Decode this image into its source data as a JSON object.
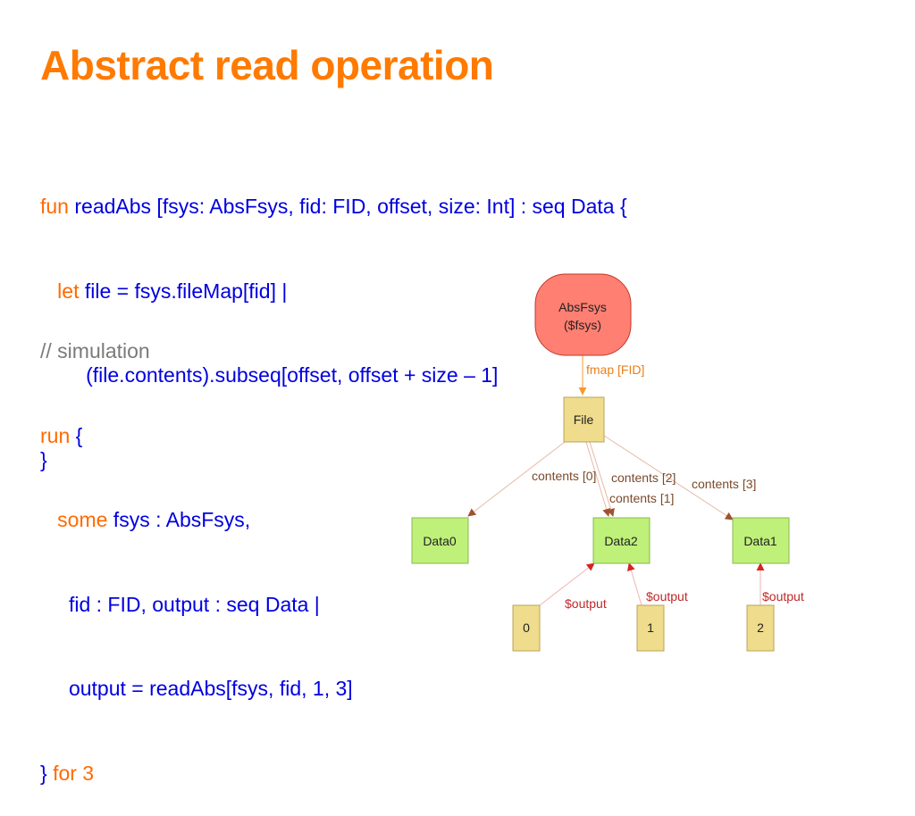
{
  "slide": {
    "title": "Abstract read operation"
  },
  "code1": {
    "line1_kw": "fun",
    "line1_text": " readAbs [fsys: AbsFsys, fid: FID, offset, size: Int] : seq Data {",
    "line2_indent": "   ",
    "line2_kw": "let",
    "line2_text": " file = fsys.fileMap[fid] |",
    "line3_text": "        (file.contents).subseq[offset, offset + size – 1]",
    "line4_text": "}"
  },
  "code2": {
    "comment": "// simulation",
    "run_kw": "run",
    "run_text": " {",
    "some_indent": "   ",
    "some_kw": "some",
    "some_text": " fsys : AbsFsys,",
    "fid_text": "     fid : FID, output : seq Data |",
    "output_text": "     output = readAbs[fsys, fid, 1, 3]",
    "close_text": "} ",
    "for_kw": "for 3"
  },
  "diagram": {
    "nodes": {
      "absfsys_line1": "AbsFsys",
      "absfsys_line2": "($fsys)",
      "file": "File",
      "data0": "Data0",
      "data2": "Data2",
      "data1": "Data1",
      "idx0": "0",
      "idx1": "1",
      "idx2": "2"
    },
    "edges": {
      "fmap": "fmap [FID]",
      "contents0": "contents [0]",
      "contents2": "contents [2]",
      "contents1": "contents [1]",
      "contents3": "contents [3]",
      "output_a": "$output",
      "output_b": "$output",
      "output_c": "$output"
    },
    "colors": {
      "absfsys_fill": "#ff7f72",
      "file_fill": "#efdc8c",
      "data_fill": "#bff07a",
      "index_fill": "#efdc8c",
      "fmap_edge": "#f59a2a",
      "contents_edge": "#a0522d",
      "output_edge": "#d42424"
    }
  }
}
